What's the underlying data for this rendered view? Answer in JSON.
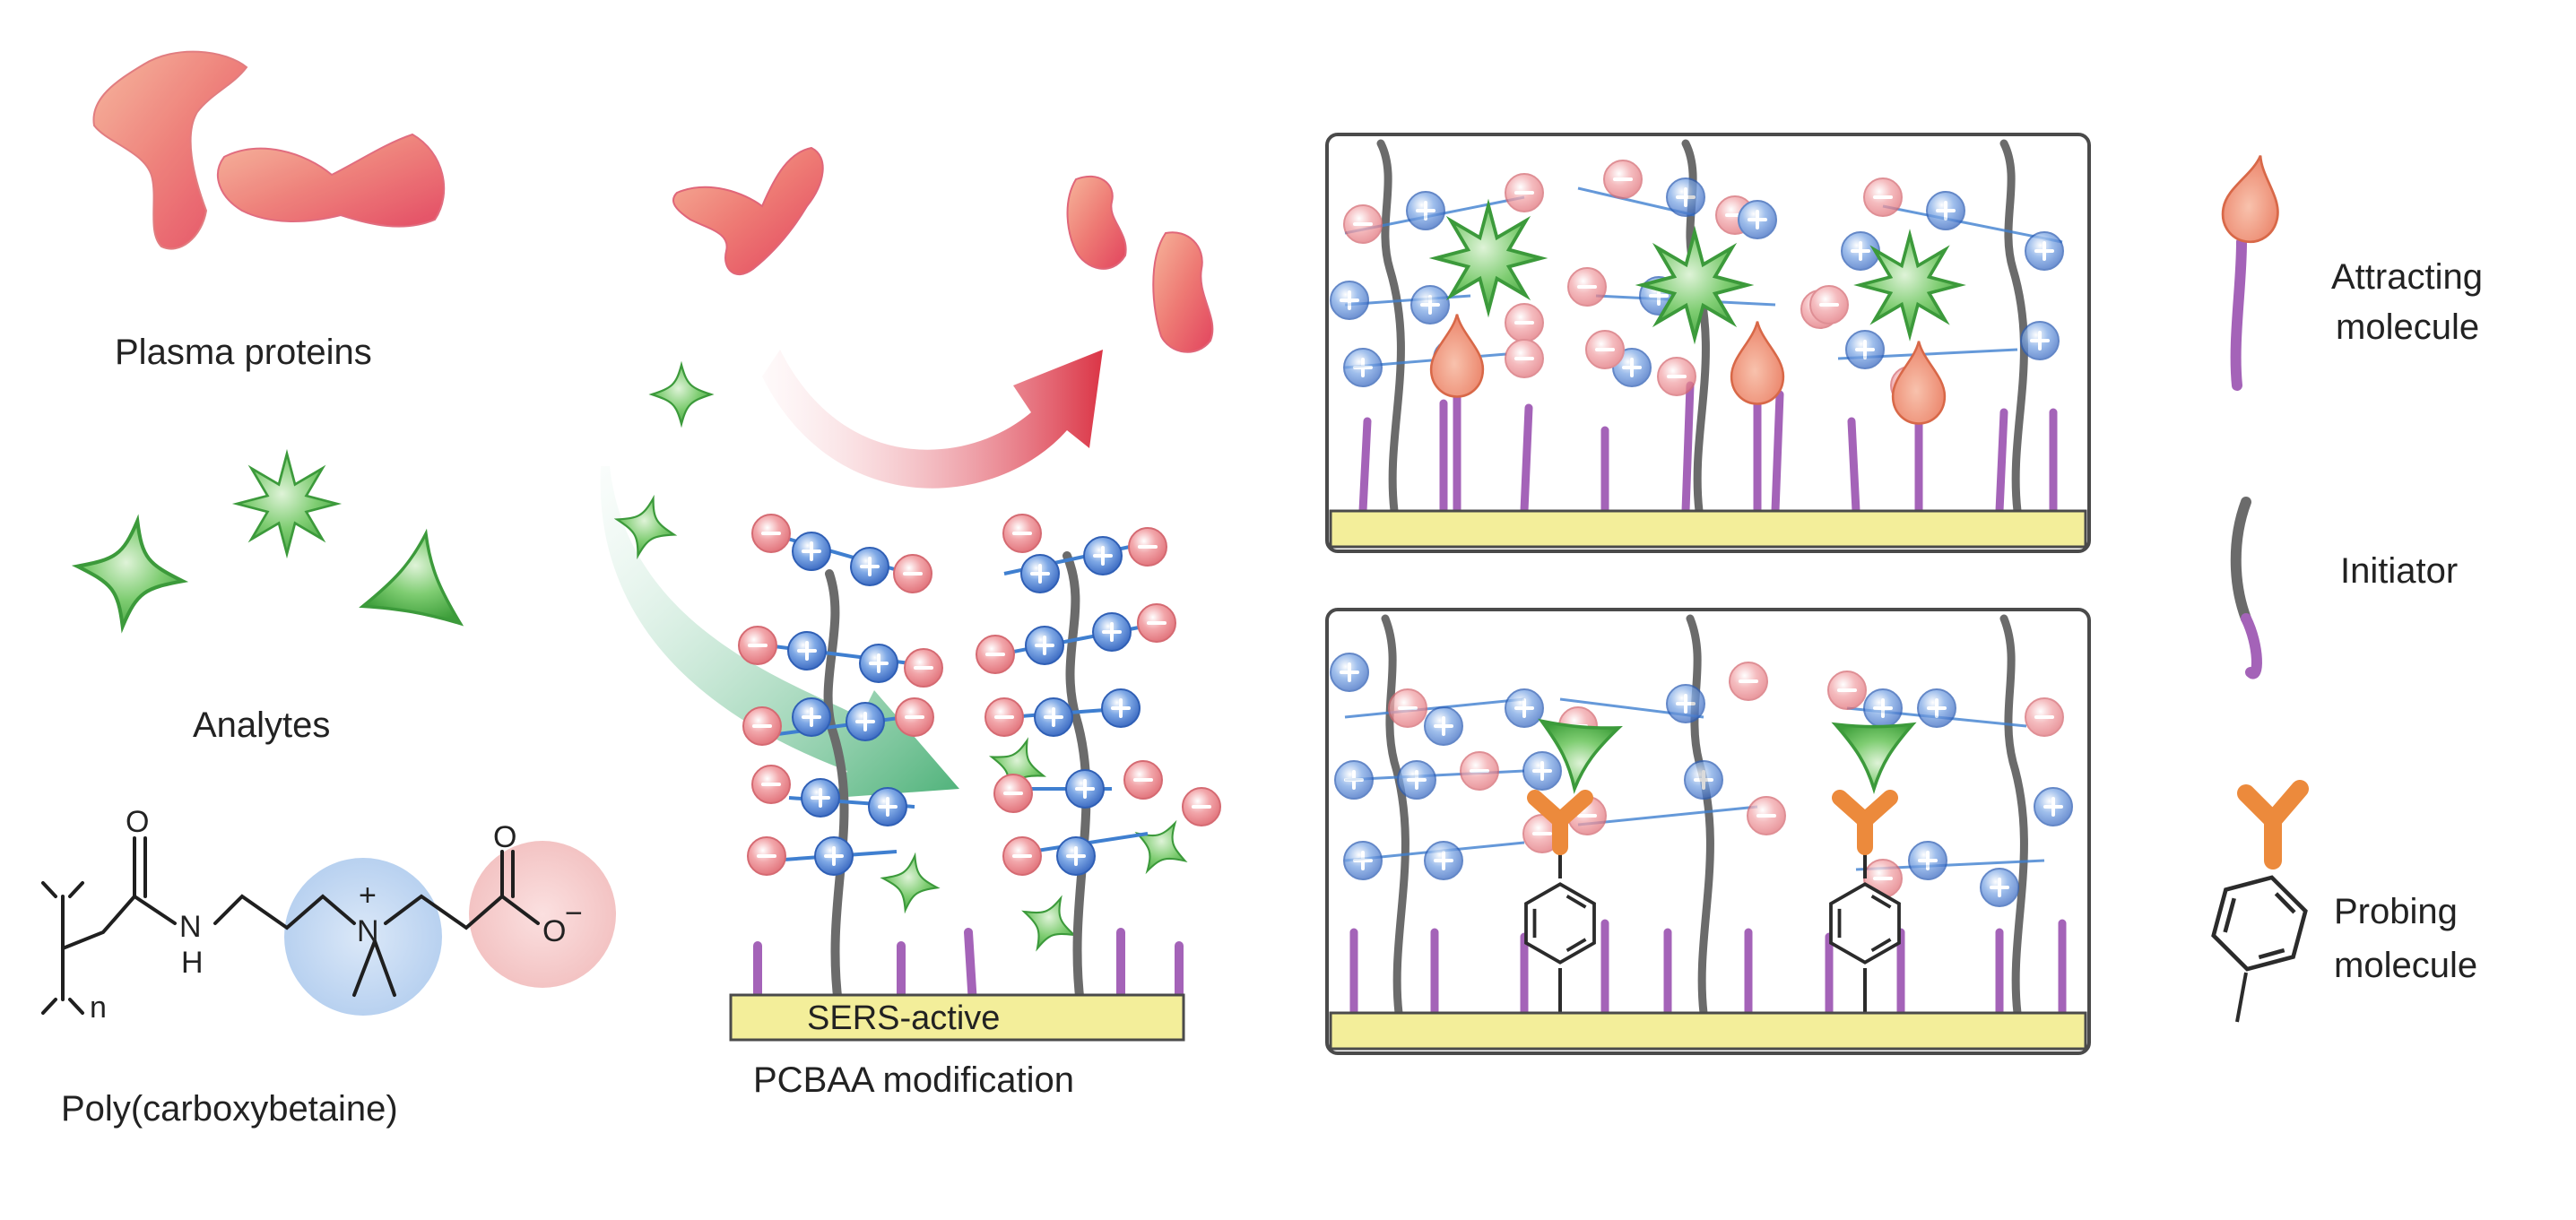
{
  "labels": {
    "plasma_proteins": "Plasma proteins",
    "analytes": "Analytes",
    "polymer_name": "Poly(carboxybetaine)",
    "substrate": "SERS-active",
    "modification": "PCBAA modification",
    "legend_attracting_1": "Attracting",
    "legend_attracting_2": "molecule",
    "legend_initiator": "Initiator",
    "legend_probing_1": "Probing",
    "legend_probing_2": "molecule"
  },
  "structure": {
    "atom_o_top": "O",
    "atom_n": "N",
    "atom_h": "H",
    "atom_n_plus": "N",
    "plus_sign": "+",
    "atom_o_carboxyl": "O",
    "atom_o_minus": "O",
    "minus_sign": "−",
    "subscript_n": "n"
  },
  "colors": {
    "protein_red": "#e8566a",
    "analyte_green": "#4cb548",
    "cation_blue": "#3f7fd0",
    "anion_red": "#e9828a",
    "initiator_purple": "#a463b8",
    "polymer_gray": "#6b6b6b",
    "substrate_yellow": "#f3ee9a",
    "attracting_orange": "#ee8a6a",
    "probing_orange": "#ec8a3c"
  }
}
